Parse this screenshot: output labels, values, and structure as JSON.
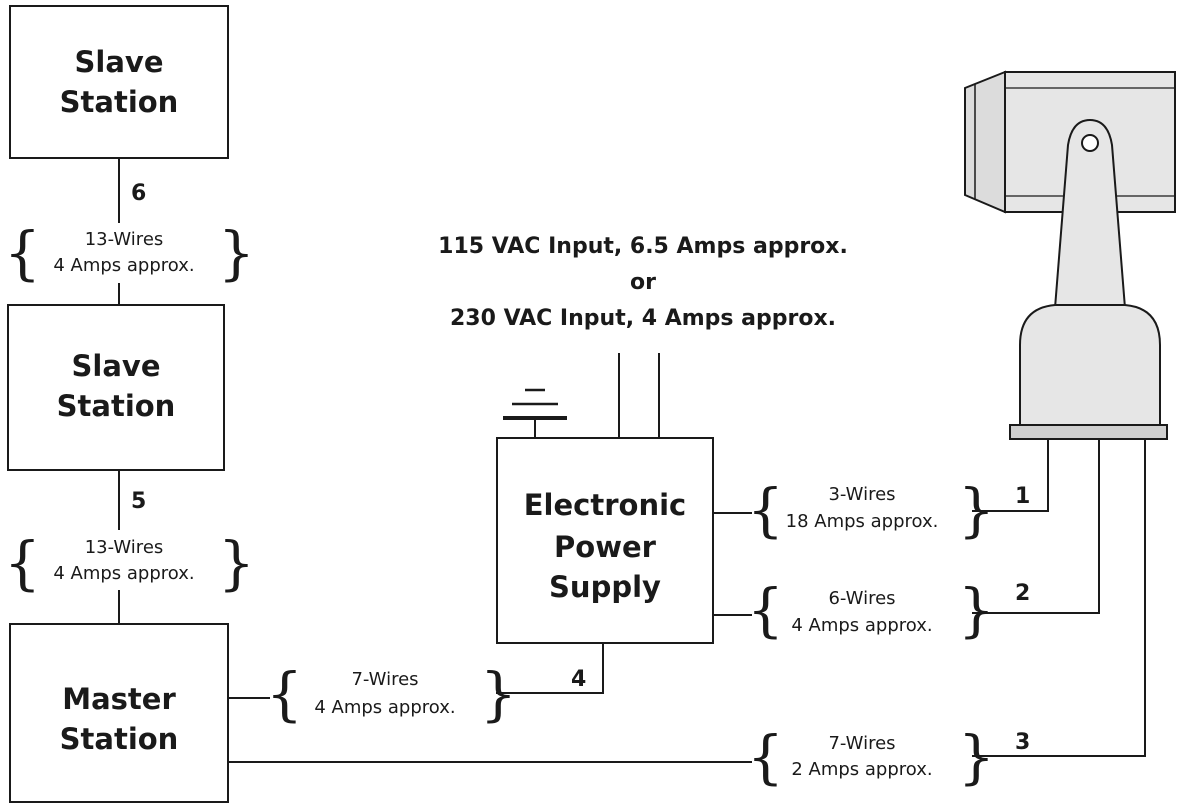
{
  "boxes": {
    "slave_top": [
      "Slave",
      "Station"
    ],
    "slave_mid": [
      "Slave",
      "Station"
    ],
    "master": [
      "Master",
      "Station"
    ],
    "power_supply": [
      "Electronic",
      "Power",
      "Supply"
    ]
  },
  "input": {
    "line1": "115 VAC Input, 6.5 Amps approx.",
    "line2": "or",
    "line3": "230 VAC Input, 4 Amps approx."
  },
  "connections": {
    "c1": {
      "number": "1",
      "wires": "3-Wires",
      "amps": "18 Amps approx."
    },
    "c2": {
      "number": "2",
      "wires": "6-Wires",
      "amps": "4 Amps approx."
    },
    "c3": {
      "number": "3",
      "wires": "7-Wires",
      "amps": "2 Amps approx."
    },
    "c4": {
      "number": "4",
      "wires": "7-Wires",
      "amps": "4 Amps approx."
    },
    "c5": {
      "number": "5",
      "wires": "13-Wires",
      "amps": "4 Amps approx."
    },
    "c6": {
      "number": "6",
      "wires": "13-Wires",
      "amps": "4 Amps approx."
    }
  },
  "colors": {
    "line": "#1a1a1a",
    "searchlight_body": "#e6e6e6",
    "searchlight_shade": "#cfcfcf"
  },
  "icons": [
    "ground-symbol-icon",
    "searchlight-icon"
  ]
}
